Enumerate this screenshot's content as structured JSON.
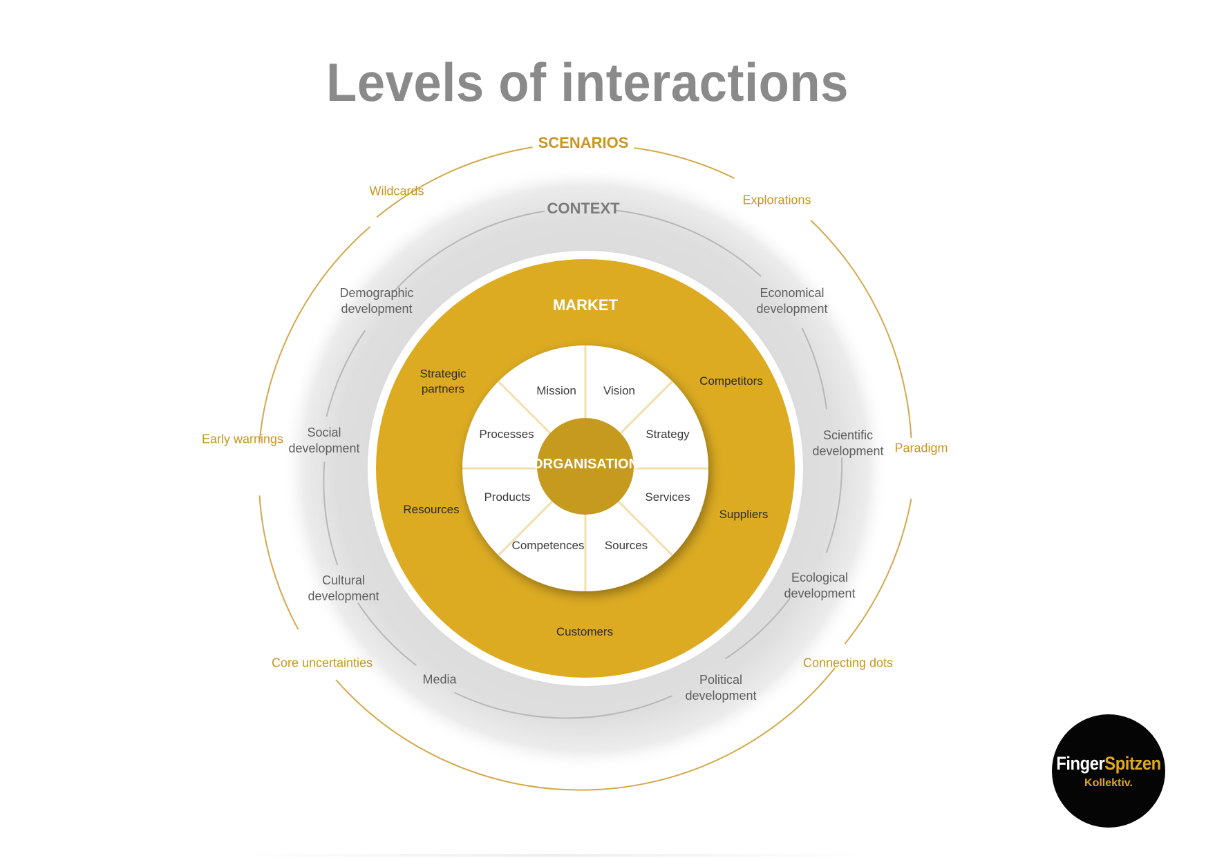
{
  "title": "Levels of interactions",
  "rings": {
    "scenarios": {
      "title": "SCENARIOS",
      "items": [
        "Wildcards",
        "Explorations",
        "Early warnings",
        "Paradigm",
        "Core uncertainties",
        "Connecting dots"
      ]
    },
    "context": {
      "title": "CONTEXT",
      "items": [
        "Demographic\ndevelopment",
        "Economical\ndevelopment",
        "Social\ndevelopment",
        "Scientific\ndevelopment",
        "Cultural\ndevelopment",
        "Ecological\ndevelopment",
        "Media",
        "Political\ndevelopment"
      ]
    },
    "market": {
      "title": "MARKET",
      "items": [
        "Strategic\npartners",
        "Competitors",
        "Resources",
        "Suppliers",
        "Customers"
      ]
    },
    "organisation": {
      "title": "ORGANISATION",
      "items": [
        "Mission",
        "Vision",
        "Processes",
        "Strategy",
        "Products",
        "Services",
        "Competences",
        "Sources"
      ]
    }
  },
  "logo": {
    "name_first": "Finger",
    "name_second": "Spitzen",
    "sub": "Kollektiv."
  },
  "colors": {
    "gold": "#dcab22",
    "gold_dark": "#c59a1e",
    "scenario_text": "#c9951f",
    "context_ring": "#e4e4e4",
    "grey_line": "#b5b5b5",
    "spoke": "#f3dfae",
    "title_grey": "#8a8a8a"
  }
}
